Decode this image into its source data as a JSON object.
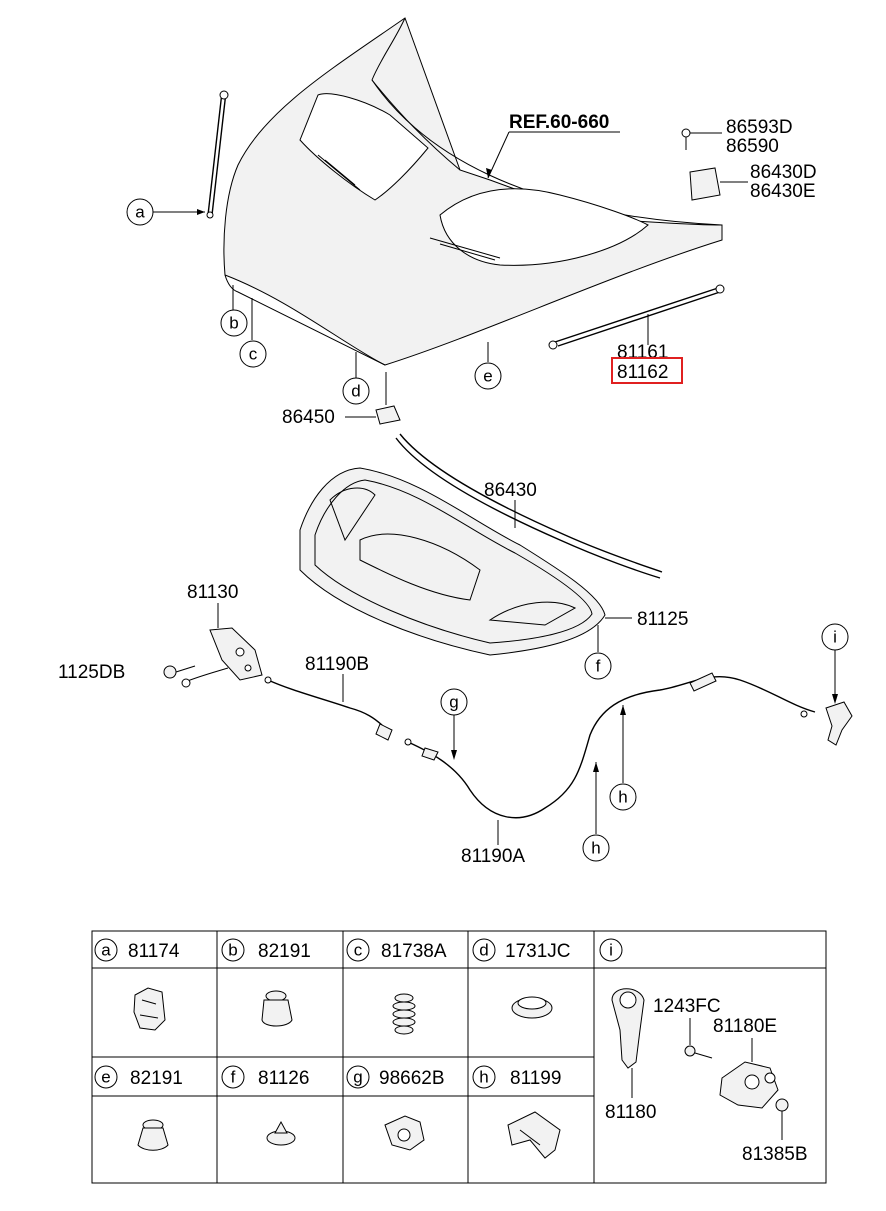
{
  "callouts": {
    "ref": "REF.60-660",
    "p86593D": "86593D",
    "p86590": "86590",
    "p86430D": "86430D",
    "p86430E": "86430E",
    "p81161": "81161",
    "p81162": "81162",
    "p86450": "86450",
    "p86430": "86430",
    "p81125": "81125",
    "p81130": "81130",
    "p1125DB": "1125DB",
    "p81190B": "81190B",
    "p81190A": "81190A"
  },
  "letters": {
    "a": "a",
    "b": "b",
    "c": "c",
    "d": "d",
    "e": "e",
    "f": "f",
    "g": "g",
    "h": "h",
    "i": "i"
  },
  "highlight_color": "#e02020",
  "table": {
    "cells": [
      {
        "letter": "a",
        "part": "81174"
      },
      {
        "letter": "b",
        "part": "82191"
      },
      {
        "letter": "c",
        "part": "81738A"
      },
      {
        "letter": "d",
        "part": "1731JC"
      },
      {
        "letter": "e",
        "part": "82191"
      },
      {
        "letter": "f",
        "part": "81126"
      },
      {
        "letter": "g",
        "part": "98662B"
      },
      {
        "letter": "h",
        "part": "81199"
      }
    ],
    "i_cell": {
      "letter": "i",
      "parts": [
        "1243FC",
        "81180E",
        "81180",
        "81385B"
      ]
    }
  }
}
